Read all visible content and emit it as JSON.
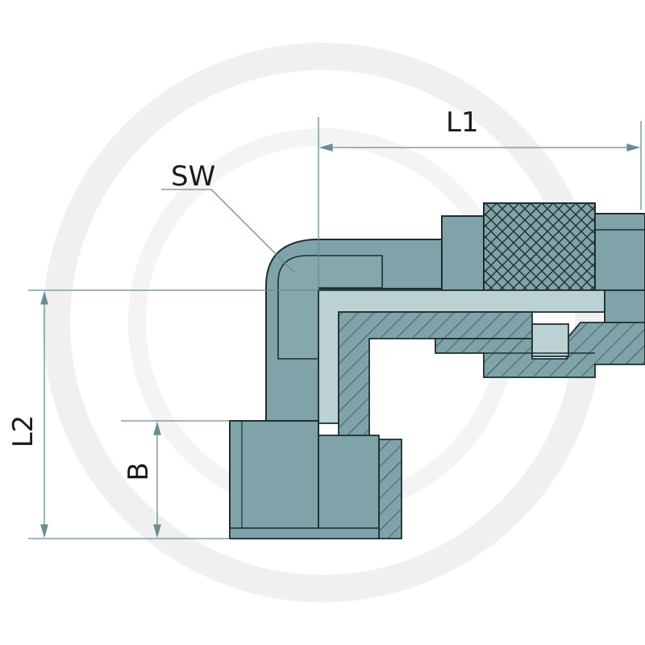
{
  "labels": {
    "l1": "L1",
    "l2": "L2",
    "sw": "SW",
    "b": "B"
  },
  "colors": {
    "body": "#7fa3a8",
    "body_light": "#8fb1b5",
    "body_dark": "#6a8f94",
    "bore": "#bcd1d4",
    "outline": "#1d2e31",
    "dimension": "#6a8c92",
    "hatch": "#2a3a3d",
    "watermark": "#f0f0f0"
  },
  "icons": [
    "watermark-logo-icon",
    "knurl-pattern"
  ]
}
